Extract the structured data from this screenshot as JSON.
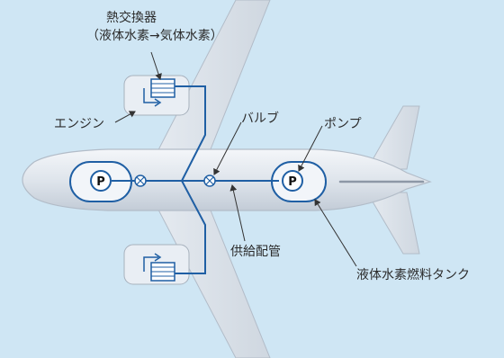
{
  "labels": {
    "heat_exchanger": "熱交換器",
    "heat_exchanger_note": "（液体水素→気体水素）",
    "engine": "エンジン",
    "valve": "バルブ",
    "pump": "ポンプ",
    "supply_pipe": "供給配管",
    "fuel_tank": "液体水素燃料タンク"
  },
  "symbols": {
    "pump_left": "P",
    "pump_right": "P"
  },
  "colors": {
    "background": "#cfe6f4",
    "airframe": "#dde3ea",
    "airframe_edge": "#b2bcc8",
    "pipe": "#1f5fa4"
  }
}
